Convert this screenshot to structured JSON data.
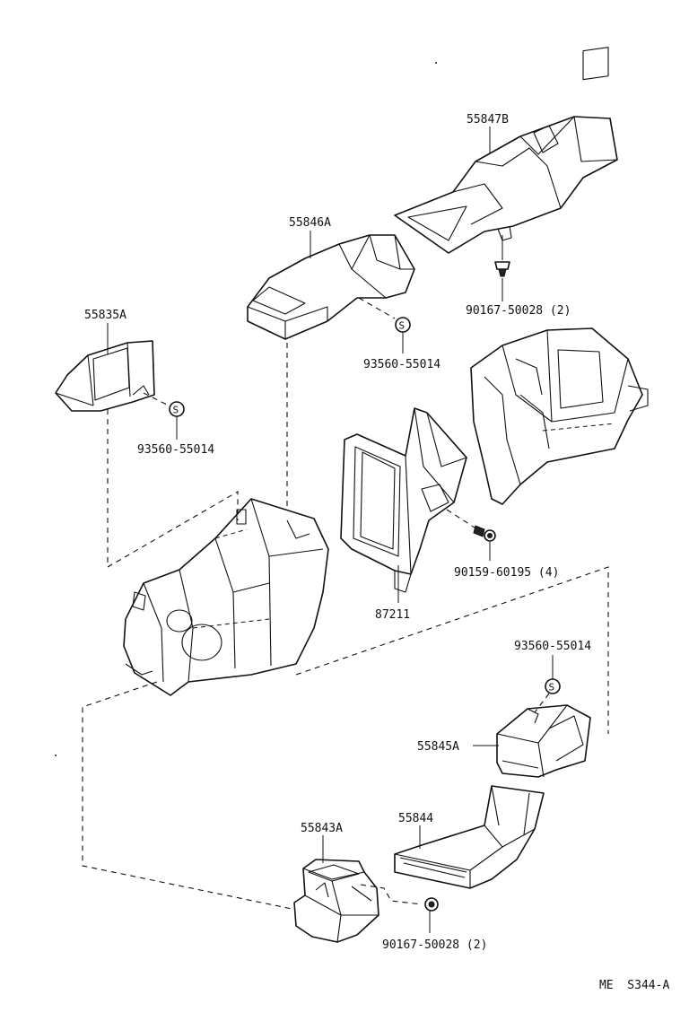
{
  "labels": {
    "duct_rear_upper": "55847B",
    "duct_upper": "55846A",
    "duct_side": "55835A",
    "clip_1": "93560-55014",
    "clip_2": "93560-55014",
    "clip_3": "93560-55014",
    "screw_top": "90167-50028 (2)",
    "screw_bottom": "90167-50028 (2)",
    "screw_filter": "90159-60195 (4)",
    "filter_frame": "87211",
    "duct_rear_small": "55845A",
    "duct_rear_long": "55844",
    "duct_rear_lower": "55843A",
    "clip_symbol": "S",
    "diagram_ref": "ME  S344-A"
  }
}
